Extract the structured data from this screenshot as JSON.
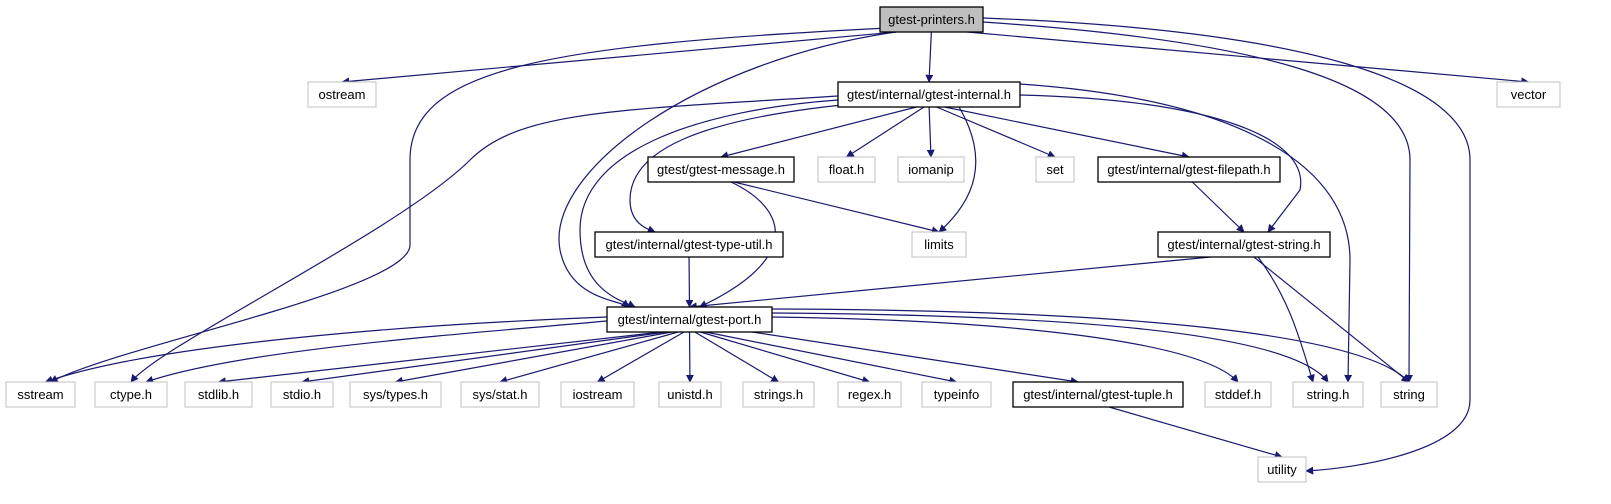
{
  "graph": {
    "nodes": [
      {
        "id": "gtest_printers",
        "label": "gtest-printers.h",
        "kind": "root"
      },
      {
        "id": "ostream",
        "label": "ostream",
        "kind": "external"
      },
      {
        "id": "gtest_internal",
        "label": "gtest/internal/gtest-internal.h",
        "kind": "header"
      },
      {
        "id": "vector",
        "label": "vector",
        "kind": "external"
      },
      {
        "id": "gtest_message",
        "label": "gtest/gtest-message.h",
        "kind": "header"
      },
      {
        "id": "float_h",
        "label": "float.h",
        "kind": "external"
      },
      {
        "id": "iomanip",
        "label": "iomanip",
        "kind": "external"
      },
      {
        "id": "set",
        "label": "set",
        "kind": "external"
      },
      {
        "id": "gtest_filepath",
        "label": "gtest/internal/gtest-filepath.h",
        "kind": "header"
      },
      {
        "id": "limits",
        "label": "limits",
        "kind": "external"
      },
      {
        "id": "gtest_type_util",
        "label": "gtest/internal/gtest-type-util.h",
        "kind": "header"
      },
      {
        "id": "gtest_string",
        "label": "gtest/internal/gtest-string.h",
        "kind": "header"
      },
      {
        "id": "gtest_port",
        "label": "gtest/internal/gtest-port.h",
        "kind": "header"
      },
      {
        "id": "sstream",
        "label": "sstream",
        "kind": "external"
      },
      {
        "id": "ctype_h",
        "label": "ctype.h",
        "kind": "external"
      },
      {
        "id": "stdlib_h",
        "label": "stdlib.h",
        "kind": "external"
      },
      {
        "id": "stdio_h",
        "label": "stdio.h",
        "kind": "external"
      },
      {
        "id": "sys_types_h",
        "label": "sys/types.h",
        "kind": "external"
      },
      {
        "id": "sys_stat_h",
        "label": "sys/stat.h",
        "kind": "external"
      },
      {
        "id": "iostream",
        "label": "iostream",
        "kind": "external"
      },
      {
        "id": "unistd_h",
        "label": "unistd.h",
        "kind": "external"
      },
      {
        "id": "strings_h",
        "label": "strings.h",
        "kind": "external"
      },
      {
        "id": "regex_h",
        "label": "regex.h",
        "kind": "external"
      },
      {
        "id": "typeinfo",
        "label": "typeinfo",
        "kind": "external"
      },
      {
        "id": "gtest_tuple",
        "label": "gtest/internal/gtest-tuple.h",
        "kind": "header"
      },
      {
        "id": "stddef_h",
        "label": "stddef.h",
        "kind": "external"
      },
      {
        "id": "string_h",
        "label": "string.h",
        "kind": "external"
      },
      {
        "id": "string",
        "label": "string",
        "kind": "external"
      },
      {
        "id": "utility",
        "label": "utility",
        "kind": "external"
      }
    ],
    "edges": [
      [
        "gtest_printers",
        "ostream"
      ],
      [
        "gtest_printers",
        "gtest_internal"
      ],
      [
        "gtest_printers",
        "vector"
      ],
      [
        "gtest_printers",
        "sstream"
      ],
      [
        "gtest_printers",
        "gtest_port"
      ],
      [
        "gtest_printers",
        "string"
      ],
      [
        "gtest_printers",
        "utility"
      ],
      [
        "gtest_internal",
        "gtest_message"
      ],
      [
        "gtest_internal",
        "float_h"
      ],
      [
        "gtest_internal",
        "iomanip"
      ],
      [
        "gtest_internal",
        "set"
      ],
      [
        "gtest_internal",
        "gtest_filepath"
      ],
      [
        "gtest_internal",
        "limits"
      ],
      [
        "gtest_internal",
        "gtest_type_util"
      ],
      [
        "gtest_internal",
        "gtest_string"
      ],
      [
        "gtest_internal",
        "gtest_port"
      ],
      [
        "gtest_internal",
        "ctype_h"
      ],
      [
        "gtest_internal",
        "string_h"
      ],
      [
        "gtest_message",
        "limits"
      ],
      [
        "gtest_message",
        "gtest_port"
      ],
      [
        "gtest_filepath",
        "gtest_string"
      ],
      [
        "gtest_type_util",
        "gtest_port"
      ],
      [
        "gtest_string",
        "gtest_port"
      ],
      [
        "gtest_string",
        "string_h"
      ],
      [
        "gtest_string",
        "string"
      ],
      [
        "gtest_port",
        "sstream"
      ],
      [
        "gtest_port",
        "ctype_h"
      ],
      [
        "gtest_port",
        "stdlib_h"
      ],
      [
        "gtest_port",
        "stdio_h"
      ],
      [
        "gtest_port",
        "sys_types_h"
      ],
      [
        "gtest_port",
        "sys_stat_h"
      ],
      [
        "gtest_port",
        "iostream"
      ],
      [
        "gtest_port",
        "unistd_h"
      ],
      [
        "gtest_port",
        "strings_h"
      ],
      [
        "gtest_port",
        "regex_h"
      ],
      [
        "gtest_port",
        "typeinfo"
      ],
      [
        "gtest_port",
        "gtest_tuple"
      ],
      [
        "gtest_port",
        "stddef_h"
      ],
      [
        "gtest_port",
        "string_h"
      ],
      [
        "gtest_port",
        "string"
      ],
      [
        "gtest_tuple",
        "utility"
      ]
    ],
    "colors": {
      "edge": "#191970",
      "root_fill": "#bfbfbf",
      "header_border": "#000000",
      "external_border": "#c0c0c0"
    }
  }
}
